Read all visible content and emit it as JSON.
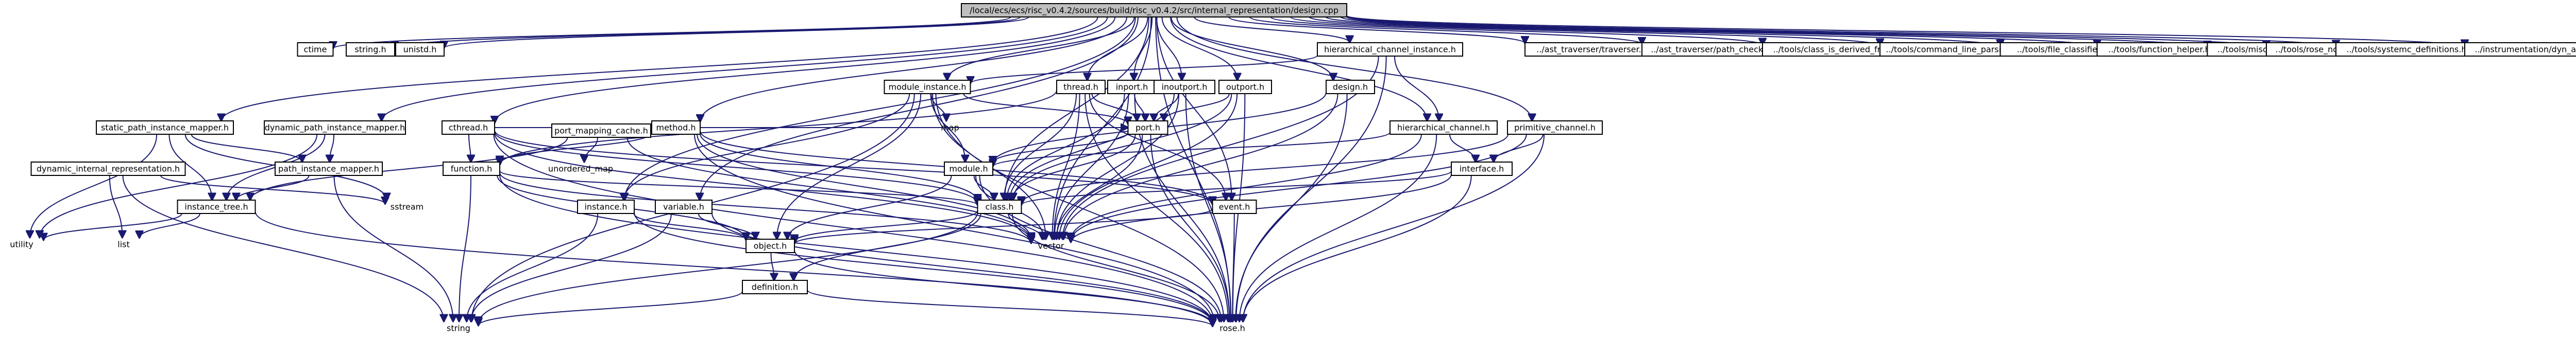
{
  "graph": {
    "root": "/local/ecs/ecs/risc_v0.4.2/sources/build/risc_v0.4.2/src/internal_representation/design.cpp",
    "nodes": {
      "root": "/local/ecs/ecs/risc_v0.4.2/sources/build/risc_v0.4.2/src/internal_representation/design.cpp",
      "ctime": "ctime",
      "stringh": "string.h",
      "unistd": "unistd.h",
      "hci": "hierarchical_channel_instance.h",
      "ast_trav": "../ast_traverser/traverser.h",
      "ast_path": "../ast_traverser/path_checker.h",
      "is_derived": "../tools/class_is_derived_from.h",
      "cmdline": "../tools/command_line_parsing.h",
      "file_cls": "../tools/file_classifier.h",
      "func_helper": "../tools/function_helper.h",
      "misc": "../tools/misc.h",
      "rose_nodes": "../tools/rose_nodes.h",
      "systemc_defs": "../tools/systemc_definitions.h",
      "dyn_instr": "../instrumentation/dyn_analysis_instr.h",
      "module_instance": "module_instance.h",
      "thread": "thread.h",
      "inport": "inport.h",
      "inoutport": "inoutport.h",
      "outport": "outport.h",
      "design": "design.h",
      "map": "map",
      "port": "port.h",
      "port_mapping_cache": "port_mapping_cache.h",
      "cthread": "cthread.h",
      "method": "method.h",
      "hierarchical_channel": "hierarchical_channel.h",
      "primitive_channel": "primitive_channel.h",
      "static_path_instance_mapper": "static_path_instance_mapper.h",
      "dynamic_path_instance_mapper": "dynamic_path_instance_mapper.h",
      "path_instance_mapper": "path_instance_mapper.h",
      "function": "function.h",
      "unordered_map": "unordered_map",
      "module": "module.h",
      "interface": "interface.h",
      "dynamic_internal_representation": "dynamic_internal_representation.h",
      "instance_tree": "instance_tree.h",
      "sstream": "sstream",
      "instance": "instance.h",
      "variable": "variable.h",
      "classh": "class.h",
      "event": "event.h",
      "utility": "utility",
      "list": "list",
      "vector": "vector",
      "object": "object.h",
      "definition": "definition.h",
      "string": "string",
      "roseh": "rose.h"
    },
    "edges": [
      [
        "root",
        "ctime"
      ],
      [
        "root",
        "stringh"
      ],
      [
        "root",
        "unistd"
      ],
      [
        "root",
        "hci"
      ],
      [
        "root",
        "ast_trav"
      ],
      [
        "root",
        "ast_path"
      ],
      [
        "root",
        "is_derived"
      ],
      [
        "root",
        "cmdline"
      ],
      [
        "root",
        "file_cls"
      ],
      [
        "root",
        "func_helper"
      ],
      [
        "root",
        "misc"
      ],
      [
        "root",
        "rose_nodes"
      ],
      [
        "root",
        "systemc_defs"
      ],
      [
        "root",
        "dyn_instr"
      ],
      [
        "root",
        "module_instance"
      ],
      [
        "root",
        "thread"
      ],
      [
        "root",
        "inport"
      ],
      [
        "root",
        "inoutport"
      ],
      [
        "root",
        "outport"
      ],
      [
        "root",
        "design"
      ],
      [
        "root",
        "cthread"
      ],
      [
        "root",
        "method"
      ],
      [
        "root",
        "hierarchical_channel"
      ],
      [
        "root",
        "primitive_channel"
      ],
      [
        "root",
        "static_path_instance_mapper"
      ],
      [
        "root",
        "dynamic_path_instance_mapper"
      ],
      [
        "root",
        "instance"
      ],
      [
        "root",
        "variable"
      ],
      [
        "root",
        "event"
      ],
      [
        "root",
        "classh"
      ],
      [
        "root",
        "vector"
      ],
      [
        "root",
        "roseh"
      ],
      [
        "hci",
        "module_instance"
      ],
      [
        "hci",
        "hierarchical_channel"
      ],
      [
        "hci",
        "vector"
      ],
      [
        "hci",
        "roseh"
      ],
      [
        "module_instance",
        "map"
      ],
      [
        "module_instance",
        "port"
      ],
      [
        "module_instance",
        "module"
      ],
      [
        "module_instance",
        "instance"
      ],
      [
        "module_instance",
        "vector"
      ],
      [
        "module_instance",
        "object"
      ],
      [
        "module_instance",
        "string"
      ],
      [
        "module_instance",
        "roseh"
      ],
      [
        "thread",
        "function"
      ],
      [
        "thread",
        "port"
      ],
      [
        "thread",
        "event"
      ],
      [
        "thread",
        "classh"
      ],
      [
        "thread",
        "vector"
      ],
      [
        "thread",
        "roseh"
      ],
      [
        "inport",
        "port"
      ],
      [
        "inport",
        "classh"
      ],
      [
        "inport",
        "vector"
      ],
      [
        "inport",
        "roseh"
      ],
      [
        "inoutport",
        "port"
      ],
      [
        "inoutport",
        "classh"
      ],
      [
        "inoutport",
        "vector"
      ],
      [
        "inoutport",
        "roseh"
      ],
      [
        "outport",
        "port"
      ],
      [
        "outport",
        "classh"
      ],
      [
        "outport",
        "vector"
      ],
      [
        "outport",
        "roseh"
      ],
      [
        "design",
        "module"
      ],
      [
        "design",
        "vector"
      ],
      [
        "design",
        "roseh"
      ],
      [
        "port",
        "module"
      ],
      [
        "port",
        "classh"
      ],
      [
        "port",
        "vector"
      ],
      [
        "port",
        "roseh"
      ],
      [
        "port_mapping_cache",
        "unordered_map"
      ],
      [
        "port_mapping_cache",
        "vector"
      ],
      [
        "port_mapping_cache",
        "instance_tree"
      ],
      [
        "cthread",
        "function"
      ],
      [
        "cthread",
        "port"
      ],
      [
        "cthread",
        "event"
      ],
      [
        "cthread",
        "classh"
      ],
      [
        "cthread",
        "vector"
      ],
      [
        "cthread",
        "roseh"
      ],
      [
        "method",
        "function"
      ],
      [
        "method",
        "event"
      ],
      [
        "method",
        "classh"
      ],
      [
        "method",
        "vector"
      ],
      [
        "method",
        "roseh"
      ],
      [
        "hierarchical_channel",
        "module"
      ],
      [
        "hierarchical_channel",
        "interface"
      ],
      [
        "hierarchical_channel",
        "vector"
      ],
      [
        "hierarchical_channel",
        "roseh"
      ],
      [
        "primitive_channel",
        "interface"
      ],
      [
        "primitive_channel",
        "classh"
      ],
      [
        "primitive_channel",
        "vector"
      ],
      [
        "primitive_channel",
        "roseh"
      ],
      [
        "static_path_instance_mapper",
        "path_instance_mapper"
      ],
      [
        "static_path_instance_mapper",
        "instance_tree"
      ],
      [
        "static_path_instance_mapper",
        "utility"
      ],
      [
        "static_path_instance_mapper",
        "sstream"
      ],
      [
        "dynamic_path_instance_mapper",
        "path_instance_mapper"
      ],
      [
        "dynamic_path_instance_mapper",
        "instance_tree"
      ],
      [
        "dynamic_path_instance_mapper",
        "utility"
      ],
      [
        "path_instance_mapper",
        "instance_tree"
      ],
      [
        "path_instance_mapper",
        "string"
      ],
      [
        "function",
        "classh"
      ],
      [
        "function",
        "object"
      ],
      [
        "function",
        "vector"
      ],
      [
        "function",
        "string"
      ],
      [
        "function",
        "roseh"
      ],
      [
        "module",
        "classh"
      ],
      [
        "module",
        "object"
      ],
      [
        "module",
        "vector"
      ],
      [
        "module",
        "roseh"
      ],
      [
        "interface",
        "classh"
      ],
      [
        "interface",
        "vector"
      ],
      [
        "interface",
        "roseh"
      ],
      [
        "dynamic_internal_representation",
        "list"
      ],
      [
        "dynamic_internal_representation",
        "string"
      ],
      [
        "dynamic_internal_representation",
        "sstream"
      ],
      [
        "instance_tree",
        "utility"
      ],
      [
        "instance_tree",
        "list"
      ],
      [
        "instance_tree",
        "roseh"
      ],
      [
        "instance",
        "object"
      ],
      [
        "instance",
        "string"
      ],
      [
        "instance",
        "roseh"
      ],
      [
        "variable",
        "object"
      ],
      [
        "variable",
        "string"
      ],
      [
        "variable",
        "roseh"
      ],
      [
        "classh",
        "object"
      ],
      [
        "classh",
        "definition"
      ],
      [
        "classh",
        "vector"
      ],
      [
        "classh",
        "string"
      ],
      [
        "classh",
        "roseh"
      ],
      [
        "event",
        "object"
      ],
      [
        "event",
        "roseh"
      ],
      [
        "object",
        "definition"
      ],
      [
        "object",
        "roseh"
      ],
      [
        "definition",
        "string"
      ],
      [
        "definition",
        "roseh"
      ]
    ]
  }
}
